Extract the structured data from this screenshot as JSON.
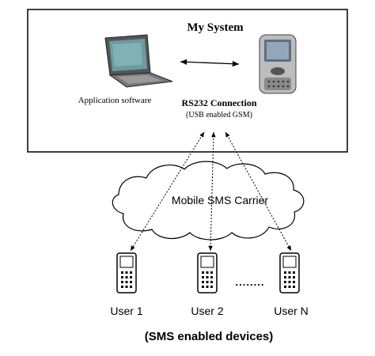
{
  "system": {
    "title": "My System",
    "laptop_label": "Application software",
    "connection_label": "RS232 Connection",
    "connection_sub_label": "(USB enabled GSM)"
  },
  "carrier": {
    "label": "Mobile SMS Carrier"
  },
  "users": [
    {
      "label": "User 1"
    },
    {
      "label": "User 2"
    },
    {
      "label": "User N"
    }
  ],
  "ellipsis": "........",
  "footer": {
    "label": "(SMS enabled devices)"
  }
}
